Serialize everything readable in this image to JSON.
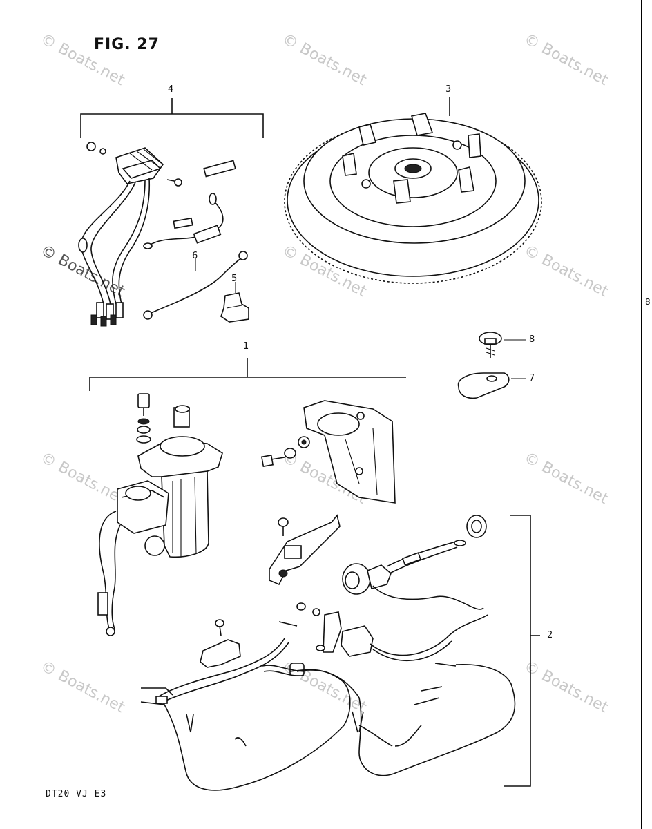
{
  "figure": {
    "title": "FIG. 27",
    "model_code": "DT20  VJ  E3"
  },
  "watermark": {
    "text": "© Boats.net"
  },
  "callouts": {
    "c1": "1",
    "c2": "2",
    "c3": "3",
    "c4": "4",
    "c5": "5",
    "c6": "6",
    "c7": "7",
    "c8": "8",
    "c8_edge": "8"
  }
}
